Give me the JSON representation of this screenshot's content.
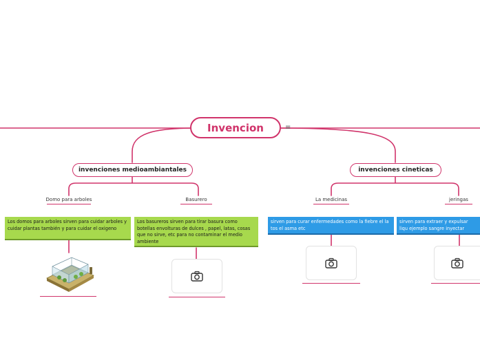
{
  "root": {
    "label": "Invencion",
    "menu_glyph": "≡"
  },
  "branches": [
    {
      "label": "invenciones medioambiantales",
      "children": [
        {
          "label": "Domo para arboles",
          "note": "Los domos para arboles sirven para cuidar arboles y cuidar plantas también y para cuidar el oxigeno",
          "media": "greenhouse-image"
        },
        {
          "label": "Basurero",
          "note": "Los basureros sirven para tirar basura como botellas envolturas de dulces , papel, latas, cosas que no sirve, etc para no contaminar el medio ambiente",
          "media": "camera-icon"
        }
      ]
    },
    {
      "label": "invenciones cineticas",
      "children": [
        {
          "label": "La medicinas",
          "note": "sirven para curar enfermedades como la fiebre el la tos el asma etc",
          "media": "camera-icon"
        },
        {
          "label": "jeringas",
          "note": "sirven para extraer y expulsar liqu ejemplo sangre inyectar sangre",
          "media": "camera-icon"
        }
      ]
    }
  ],
  "colors": {
    "accent": "#d0336a",
    "green_note": "#a7d94d",
    "blue_note": "#2e9be6"
  }
}
